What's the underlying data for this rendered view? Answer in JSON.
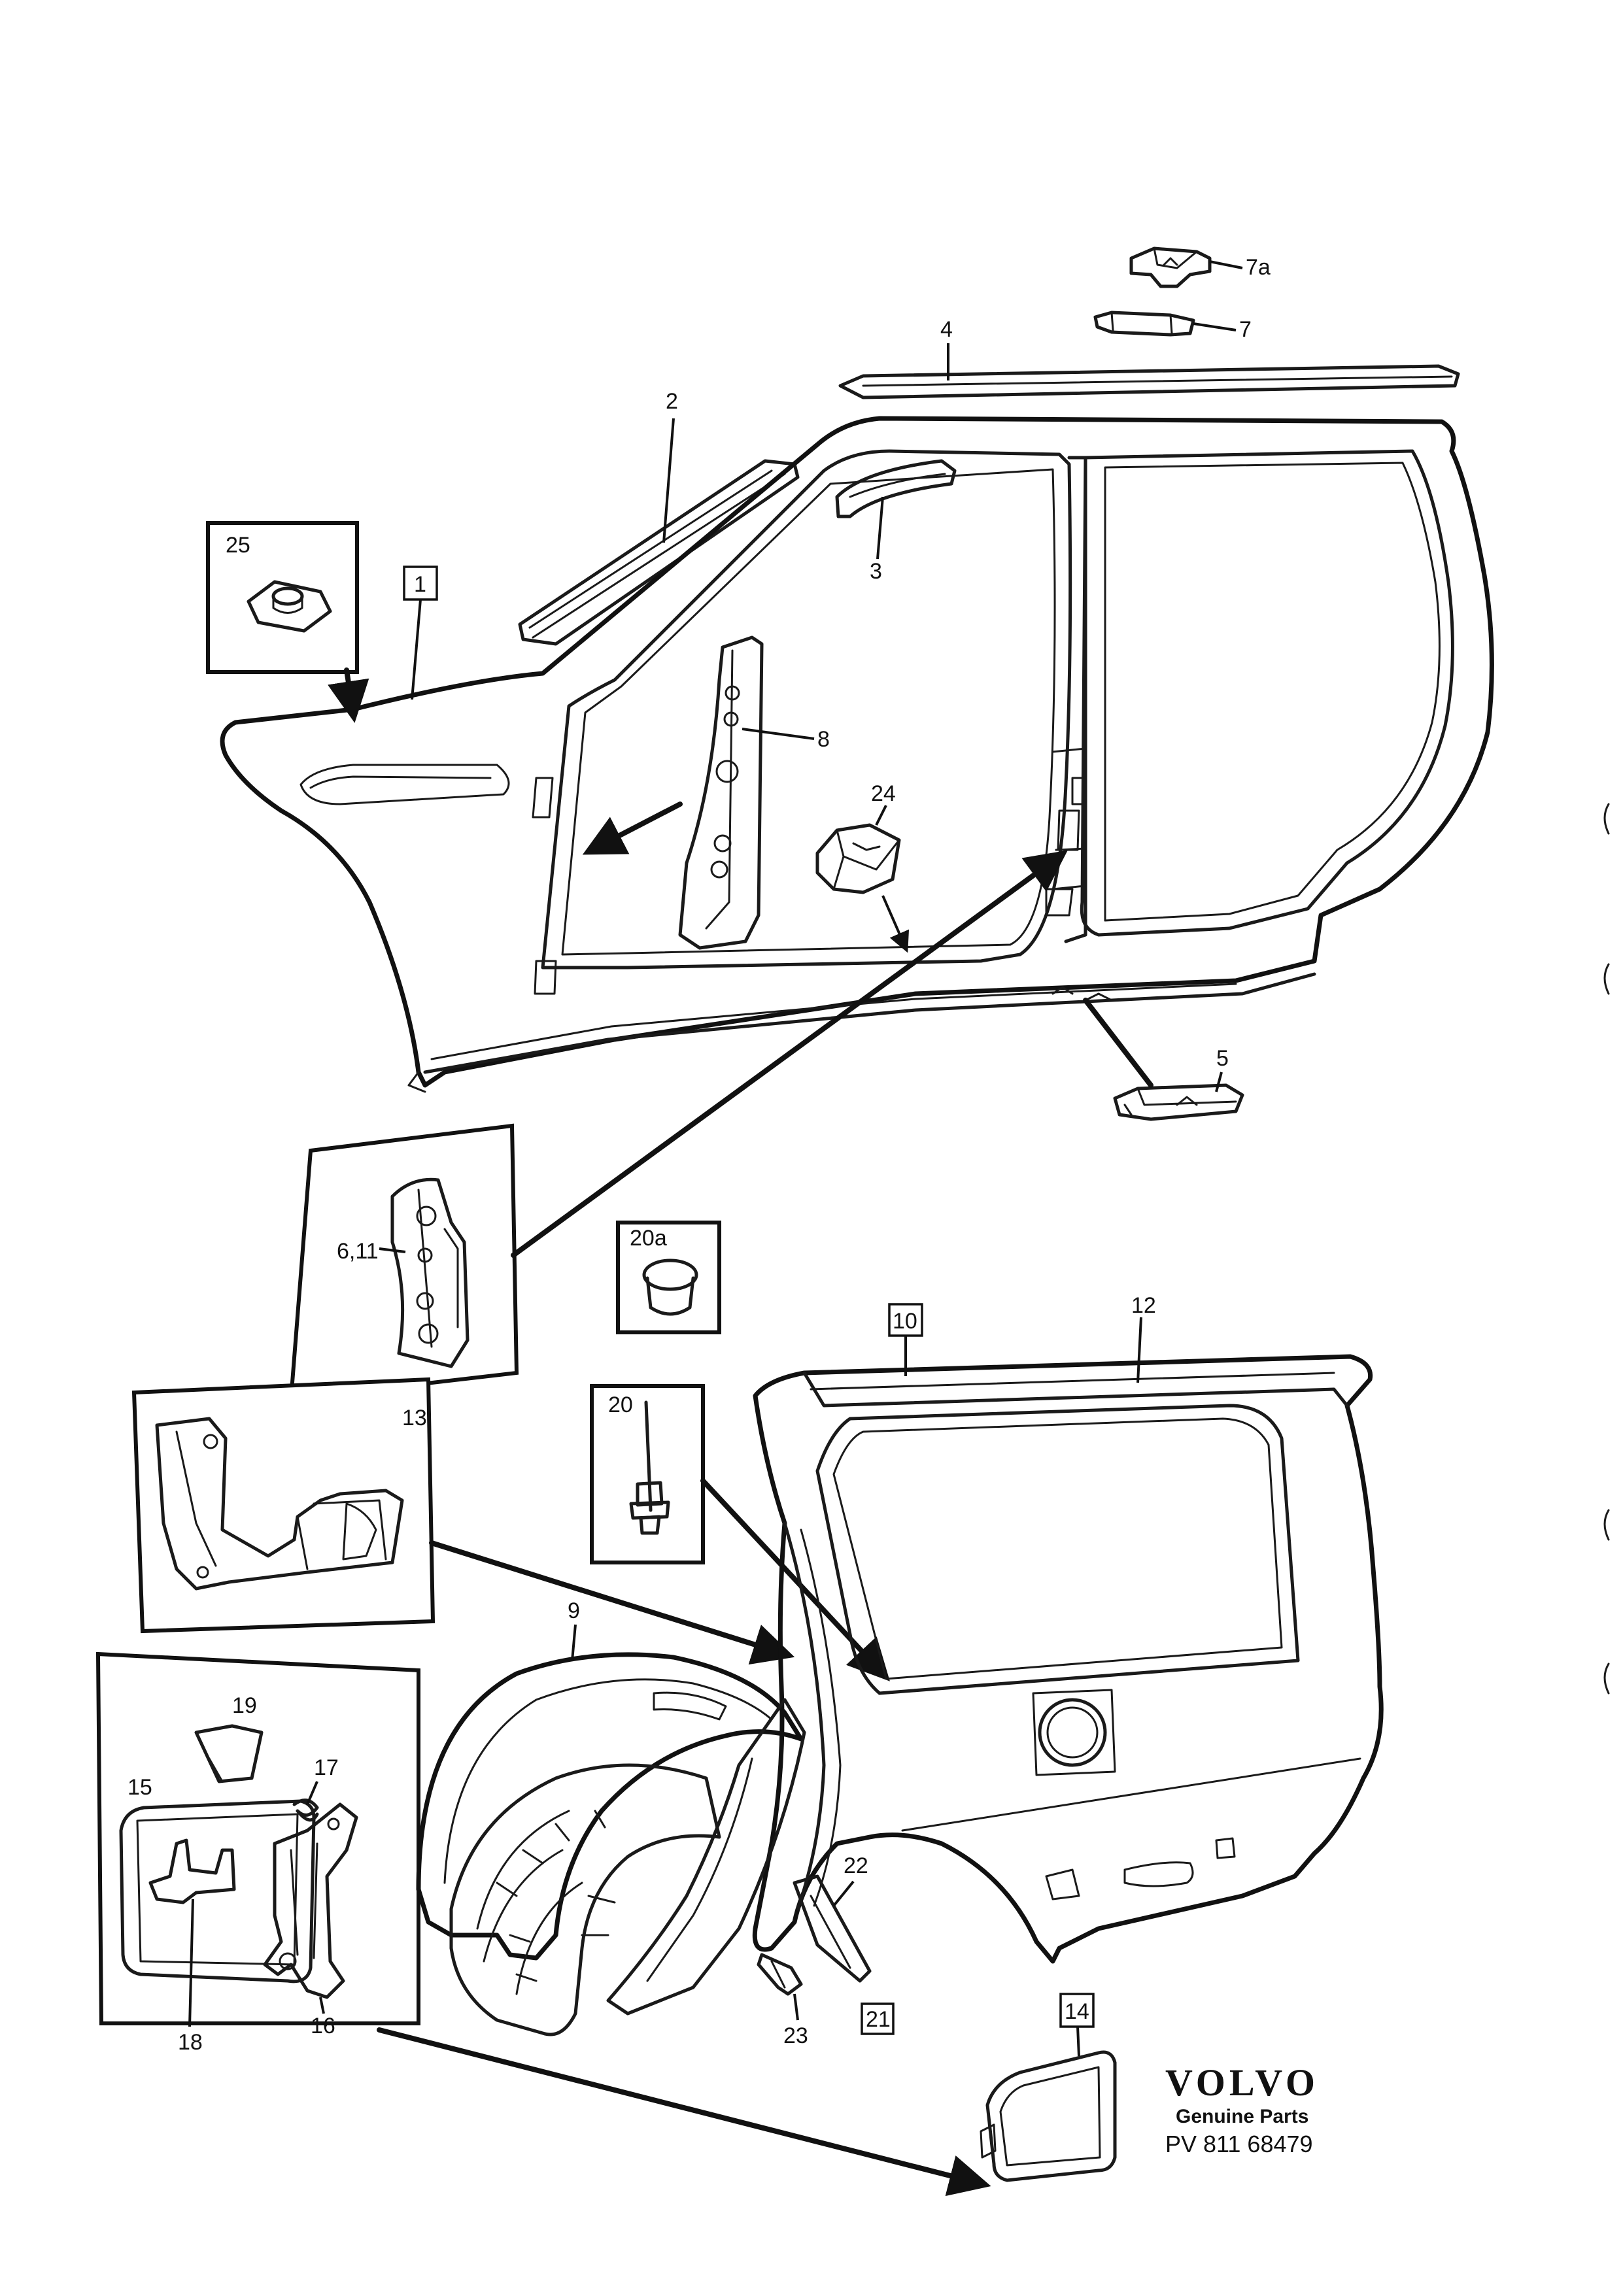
{
  "callouts": {
    "c1": "1",
    "c2": "2",
    "c3": "3",
    "c4": "4",
    "c5": "5",
    "c6_11": "6,11",
    "c7": "7",
    "c7a": "7a",
    "c8": "8",
    "c9": "9",
    "c10": "10",
    "c12": "12",
    "c13": "13",
    "c14": "14",
    "c15": "15",
    "c16": "16",
    "c17": "17",
    "c18": "18",
    "c19": "19",
    "c20": "20",
    "c20a": "20a",
    "c21": "21",
    "c22": "22",
    "c23": "23",
    "c24": "24",
    "c25": "25"
  },
  "brand": {
    "name": "VOLVO",
    "subtitle": "Genuine Parts",
    "code": "PV 811 68479"
  }
}
